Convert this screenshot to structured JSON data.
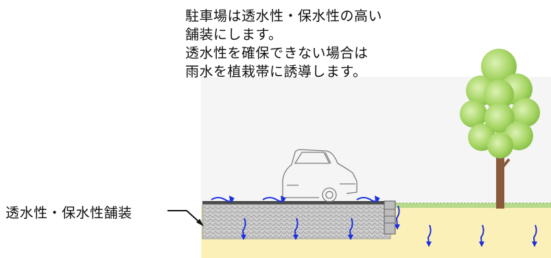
{
  "caption": {
    "lines": [
      "駐車場は透水性・保水性の高い",
      "舗装にします。",
      "透水性を確保できない場合は",
      "雨水を植栽帯に誘導します。"
    ]
  },
  "labels": {
    "pavement": "透水性・保水性舗装"
  },
  "colors": {
    "sky": "#f4f4f4",
    "ground_soil": "#fbf0b8",
    "pavement_fill": "#d2d2d2",
    "pavement_dark": "#3a3a3a",
    "grass_strip": "#b9d98d",
    "tree_foliage": "#a8d868",
    "tree_foliage_highlight": "#d8f0b0",
    "tree_trunk": "#8a5a3a",
    "water_arrow": "#1a2fe0",
    "leader_line": "#111111"
  },
  "icons": {
    "car": "parked-car-icon",
    "tree": "tree-icon",
    "water_flow": "rainwater-arrow-icon"
  }
}
